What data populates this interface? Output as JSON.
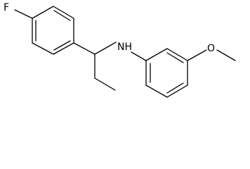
{
  "structure": {
    "atoms": {
      "fluorine": "F",
      "amine": "NH",
      "oxygen": "O"
    },
    "colors": {
      "bond": "#000000",
      "label": "#000000",
      "background": "#ffffff"
    }
  }
}
